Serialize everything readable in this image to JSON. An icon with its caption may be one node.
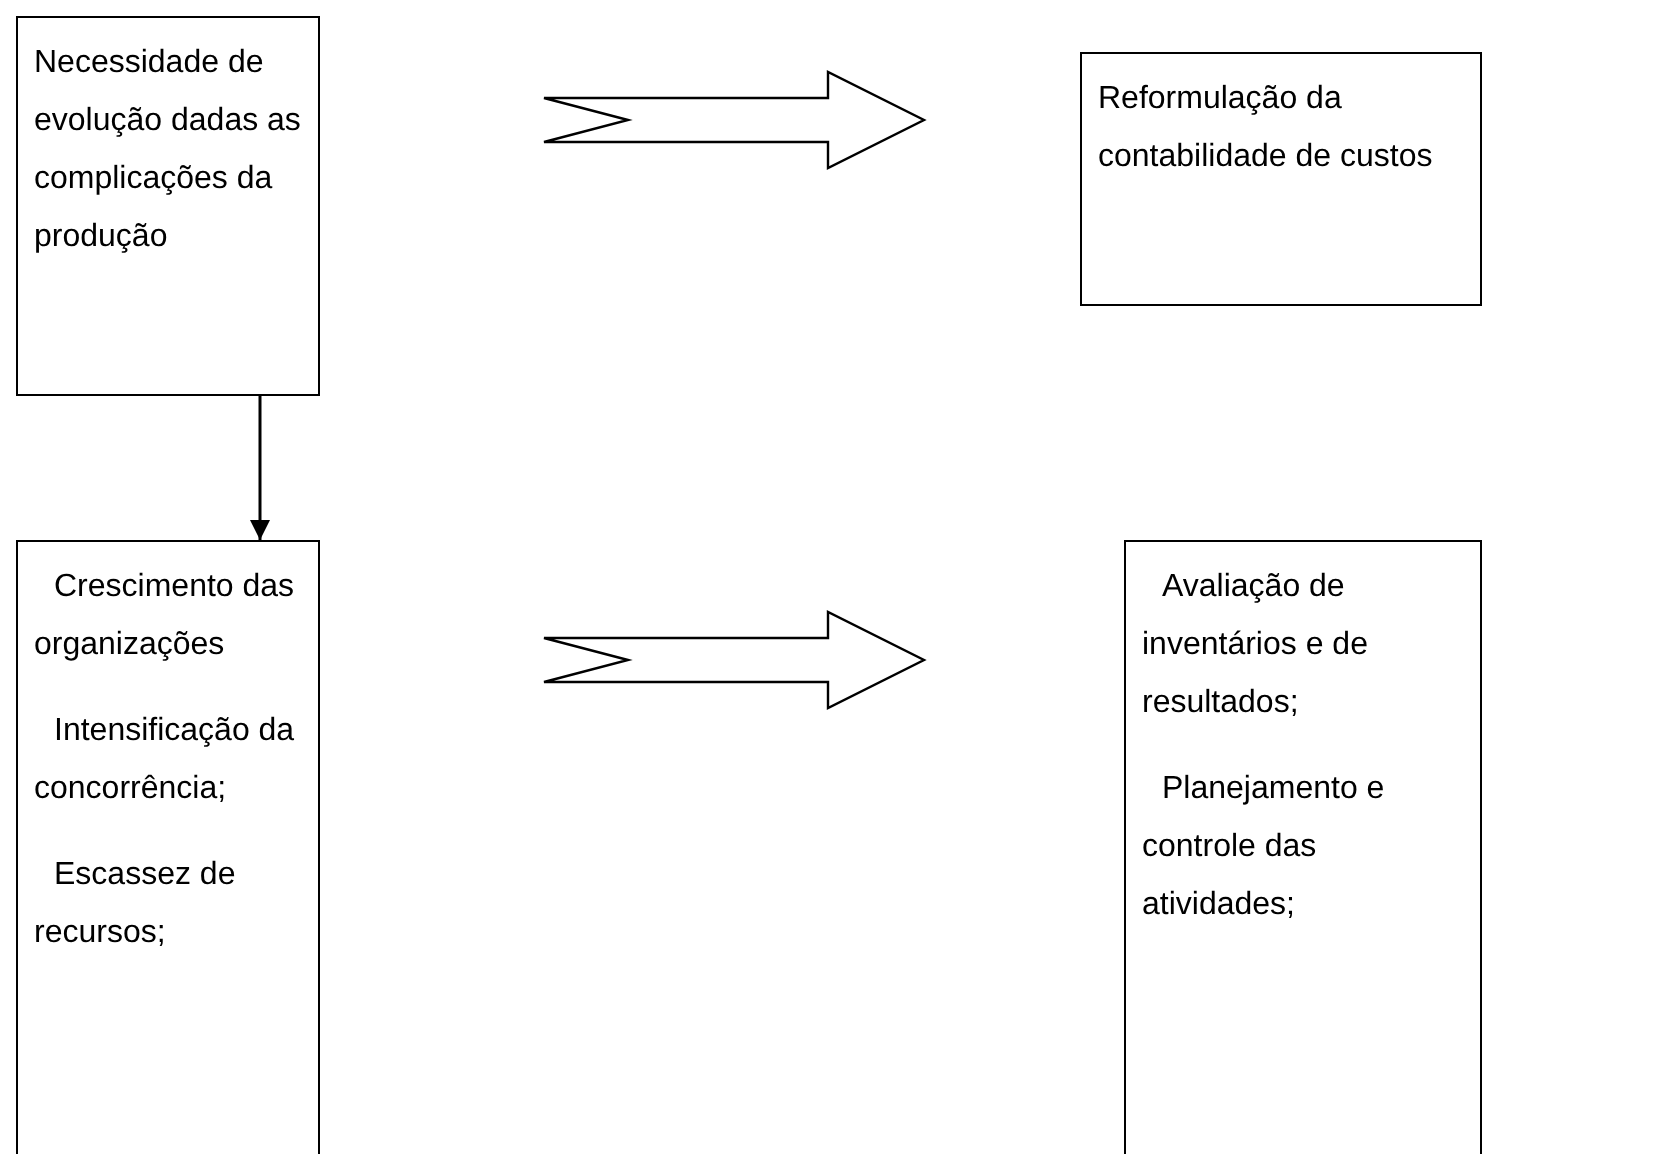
{
  "diagram": {
    "nodes": [
      {
        "text": [
          "Necessidade de evolução dadas as complicações da produção"
        ]
      },
      {
        "text": [
          "Reformulação da contabilidade de custos"
        ]
      },
      {
        "text": [
          "Crescimento das organizações",
          "Intensificação da concorrência;",
          "Escassez de recursos;"
        ]
      },
      {
        "text": [
          "Avaliação de inventários e de resultados;",
          "Planejamento e controle das atividades;"
        ]
      }
    ],
    "edges": [
      {
        "from": 0,
        "to": 1,
        "arrow": "to"
      },
      {
        "from": 0,
        "to": 2,
        "arrow": "to"
      },
      {
        "from": 2,
        "to": 3,
        "arrow": "to"
      }
    ]
  }
}
